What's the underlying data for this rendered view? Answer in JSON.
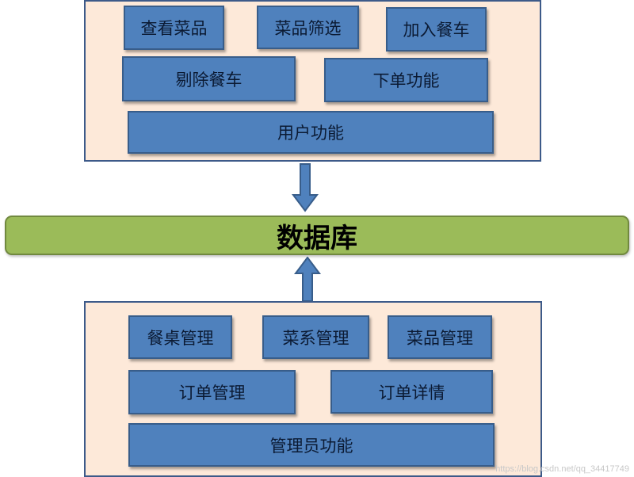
{
  "user_panel": {
    "view_dishes": "查看菜品",
    "filter_dishes": "菜品筛选",
    "add_to_cart": "加入餐车",
    "remove_from_cart": "剔除餐车",
    "place_order": "下单功能",
    "title": "用户功能"
  },
  "database": {
    "label": "数据库"
  },
  "admin_panel": {
    "table_mgmt": "餐桌管理",
    "category_mgmt": "菜系管理",
    "dish_mgmt": "菜品管理",
    "order_mgmt": "订单管理",
    "order_detail": "订单详情",
    "title": "管理员功能"
  },
  "watermark": "https://blog.csdn.net/qq_34417749",
  "colors": {
    "panel_bg": "#fde9d9",
    "panel_border": "#3d5a89",
    "box_fill": "#4f81bd",
    "box_border": "#385d8a",
    "db_fill": "#9bbb59",
    "arrow_fill": "#4f81bd"
  }
}
